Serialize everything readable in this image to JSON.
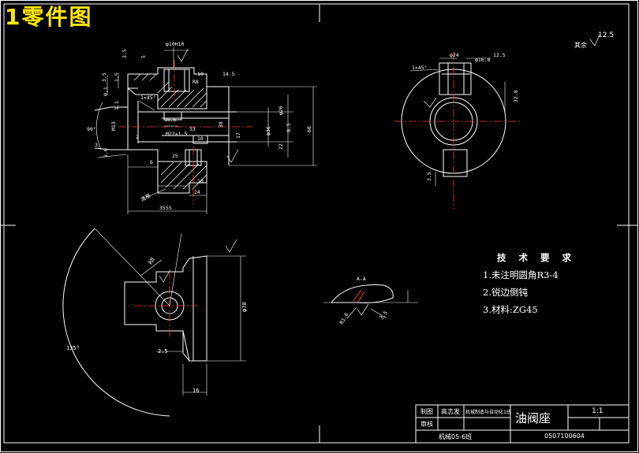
{
  "page_title": "1零件图",
  "roughness_top": "12.5",
  "roughness_label": "其余",
  "tech": {
    "heading": "技 术 要 求",
    "items": [
      "1.未注明圆角R3-4",
      "2.锐边倒钝",
      "3.材料:ZG45"
    ]
  },
  "title_block": {
    "part_name": "油阀座",
    "scale": "1:1",
    "drawn_label": "制图",
    "drawn_name": "高志发",
    "class_label": "机械制造与自动化1班",
    "check_label": "审核",
    "school": "机械05-6班",
    "drawing_no": "0507100604"
  },
  "view_front": {
    "dims": [
      "φ10H10",
      "3.5",
      "5",
      "1×45°",
      "10",
      "R8",
      "3.5",
      "1.5",
      "14.5",
      "60",
      "33",
      "M13",
      "10.6",
      "φ26",
      "1.1",
      "0.1",
      "M22×1.5",
      "10",
      "22",
      "φ36",
      "25",
      "2",
      "38",
      "35",
      "1.6",
      "17",
      "6",
      "10",
      "24",
      "55",
      "9.5",
      "清根",
      "90°",
      "3"
    ]
  },
  "view_side": {
    "dims": [
      "φ24",
      "φ16.8",
      "12.5",
      "1×45°",
      "3.5",
      "32.8"
    ]
  },
  "view_bottom": {
    "dims": [
      "R8",
      "135°",
      "2.5",
      "16",
      "φ70"
    ]
  },
  "section_view": {
    "label": "A-A",
    "dims": [
      "R1.6",
      "3.5"
    ]
  }
}
